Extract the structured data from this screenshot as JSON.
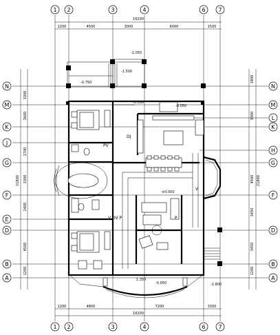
{
  "axes_top": [
    "1",
    "2",
    "3",
    "4",
    "6",
    "7"
  ],
  "axes_bottom": [
    "1",
    "2",
    "3",
    "4",
    "6",
    "7"
  ],
  "axes_left": [
    "N",
    "M",
    "K",
    "J",
    "G",
    "F",
    "E",
    "D",
    "B",
    "A"
  ],
  "axes_right": [
    "N",
    "M",
    "L",
    "K",
    "H",
    "G",
    "F",
    "D",
    "B",
    "A"
  ],
  "top_total": "16200",
  "top_dims": [
    "1200",
    "4500",
    "3000",
    "6000",
    "1500"
  ],
  "bottom_total": "16200",
  "bottom_dims": [
    "1200",
    "4800",
    "7200",
    "3300"
  ],
  "left_total": "21800",
  "left_dims": [
    "3300",
    "3600",
    "2700",
    "3300",
    "2400",
    "4500",
    "1200"
  ],
  "right_total": "21800",
  "right_dims": [
    "1800",
    "3300",
    "4500",
    "3450",
    "3450",
    "1200"
  ],
  "labels": {
    "elev_top": "-1.050",
    "elev_a": "-1.500",
    "elev_b": "-0.750",
    "elev_c": "-0.050",
    "elev_d": "±0.000",
    "elev_e": "-0.050",
    "elev_f": "-0.050",
    "elev_g": "-1.800",
    "dj": "DJ",
    "pv": "PV",
    "v_dv_p": "V  DV  P",
    "v": "V",
    "p": "P",
    "v2": "V",
    "bottom_dim": "1.350"
  }
}
